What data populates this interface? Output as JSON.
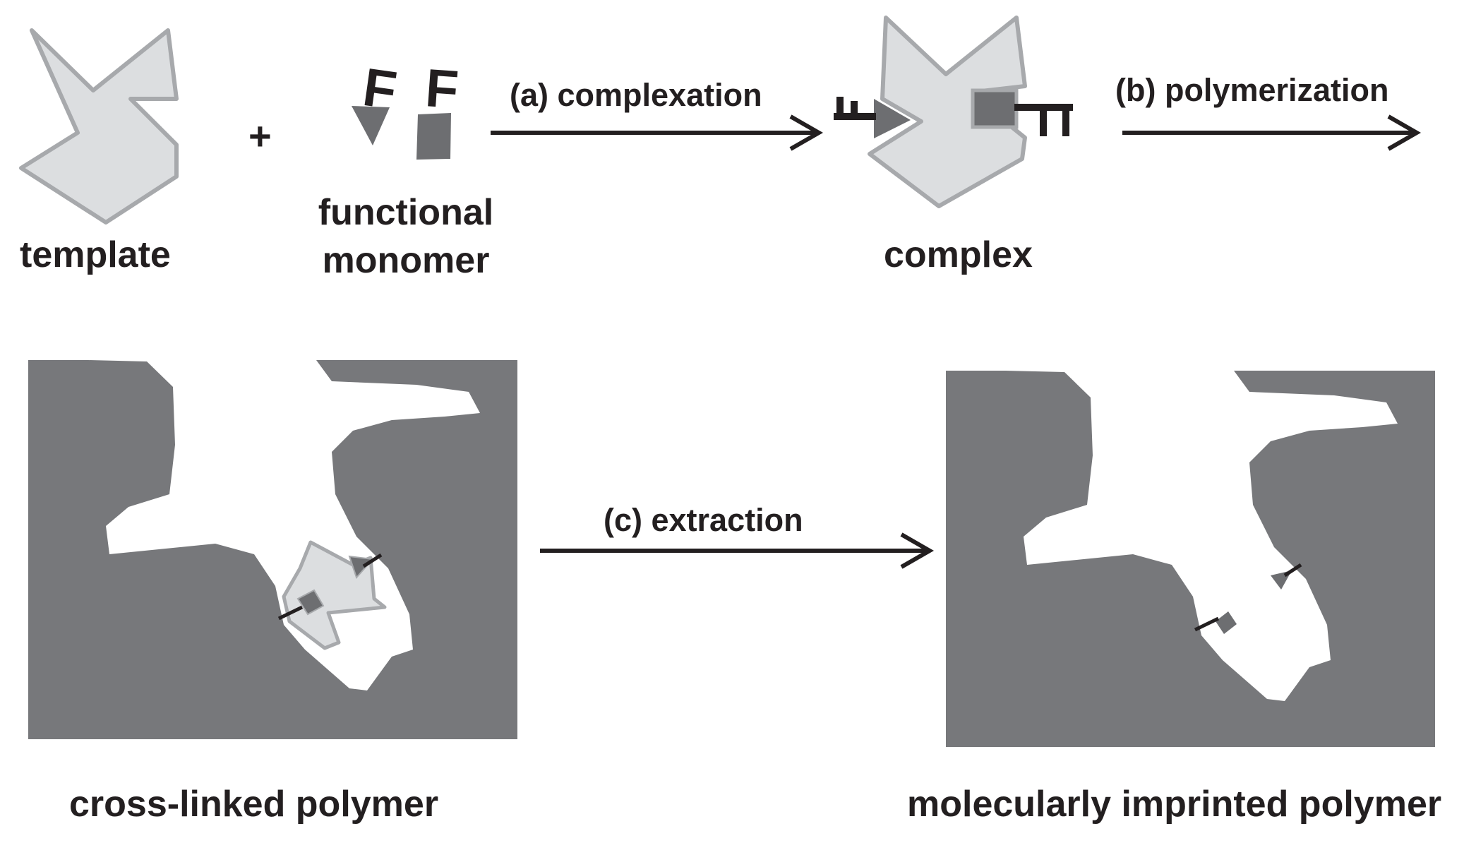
{
  "labels": {
    "template": "template",
    "functional_monomer_line1": "functional",
    "functional_monomer_line2": "monomer",
    "complex": "complex",
    "cross_linked_polymer": "cross-linked polymer",
    "molecularly_imprinted_polymer": "molecularly imprinted polymer"
  },
  "steps": {
    "a": "(a) complexation",
    "b": "(b) polymerization",
    "c": "(c) extraction"
  },
  "operators": {
    "plus": "+"
  },
  "glyphs": {
    "functional_group": "F"
  },
  "colors": {
    "template_fill": "#dcdee0",
    "template_stroke": "#a7a9ac",
    "monomer_fill": "#6d6e71",
    "polymer_fill": "#77787b",
    "text": "#231f20"
  }
}
